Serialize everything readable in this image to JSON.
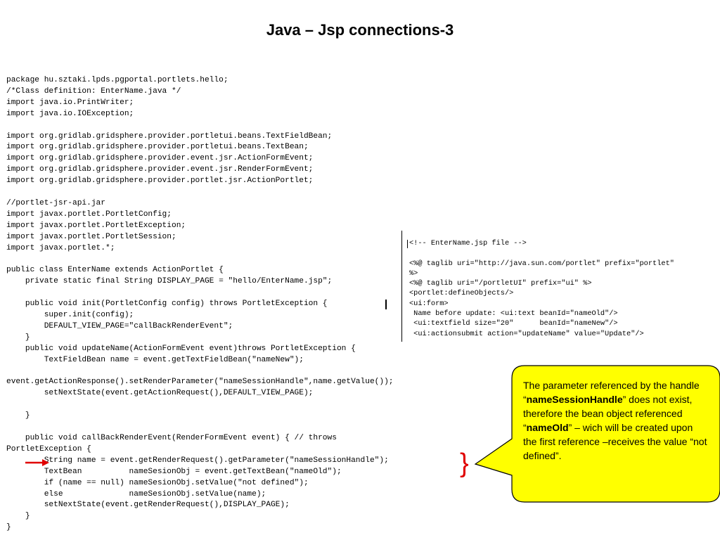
{
  "slide": {
    "title": "Java – Jsp connections-3"
  },
  "java_code": {
    "text": "package hu.sztaki.lpds.pgportal.portlets.hello;\n/*Class definition: EnterName.java */\nimport java.io.PrintWriter;\nimport java.io.IOException;\n\nimport org.gridlab.gridsphere.provider.portletui.beans.TextFieldBean;\nimport org.gridlab.gridsphere.provider.portletui.beans.TextBean;\nimport org.gridlab.gridsphere.provider.event.jsr.ActionFormEvent;\nimport org.gridlab.gridsphere.provider.event.jsr.RenderFormEvent;\nimport org.gridlab.gridsphere.provider.portlet.jsr.ActionPortlet;\n\n//portlet-jsr-api.jar\nimport javax.portlet.PortletConfig;\nimport javax.portlet.PortletException;\nimport javax.portlet.PortletSession;\nimport javax.portlet.*;\n\npublic class EnterName extends ActionPortlet {\n    private static final String DISPLAY_PAGE = \"hello/EnterName.jsp\";\n\n    public void init(PortletConfig config) throws PortletException {\n        super.init(config);\n        DEFAULT_VIEW_PAGE=\"callBackRenderEvent\";\n    }\n    public void updateName(ActionFormEvent event)throws PortletException {\n        TextFieldBean name = event.getTextFieldBean(\"nameNew\");\n\nevent.getActionResponse().setRenderParameter(\"nameSessionHandle\",name.getValue());\n        setNextState(event.getActionRequest(),DEFAULT_VIEW_PAGE);\n\n    }\n\n    public void callBackRenderEvent(RenderFormEvent event) { // throws\nPortletException {\n        String name = event.getRenderRequest().getParameter(\"nameSessionHandle\");\n        TextBean          nameSesionObj = event.getTextBean(\"nameOld\");\n        if (name == null) nameSesionObj.setValue(\"not defined\");\n        else              nameSesionObj.setValue(name);\n        setNextState(event.getRenderRequest(),DISPLAY_PAGE);\n    }\n}"
  },
  "jsp_code": {
    "text": "<!-- EnterName.jsp file -->\n\n<%@ taglib uri=\"http://java.sun.com/portlet\" prefix=\"portlet\"\n%>\n<%@ taglib uri=\"/portletUI\" prefix=\"ui\" %>\n<portlet:defineObjects/>\n<ui:form>\n Name before update: <ui:text beanId=\"nameOld\"/>\n <ui:textfield size=\"20\"      beanId=\"nameNew\"/>\n <ui:actionsubmit action=\"updateName\" value=\"Update\"/>"
  },
  "callout": {
    "part1": "The parameter referenced by the handle “",
    "bold1": "nameSessionHandle",
    "part2": "” does not exist, therefore the bean object referenced “",
    "bold2": "nameOld",
    "part3": "” – wich will be created upon the first reference –receives the value “not defined”.",
    "fill_color": "#ffff00"
  },
  "annotations": {
    "arrow_color": "#e00000",
    "brace_glyph": "}"
  }
}
